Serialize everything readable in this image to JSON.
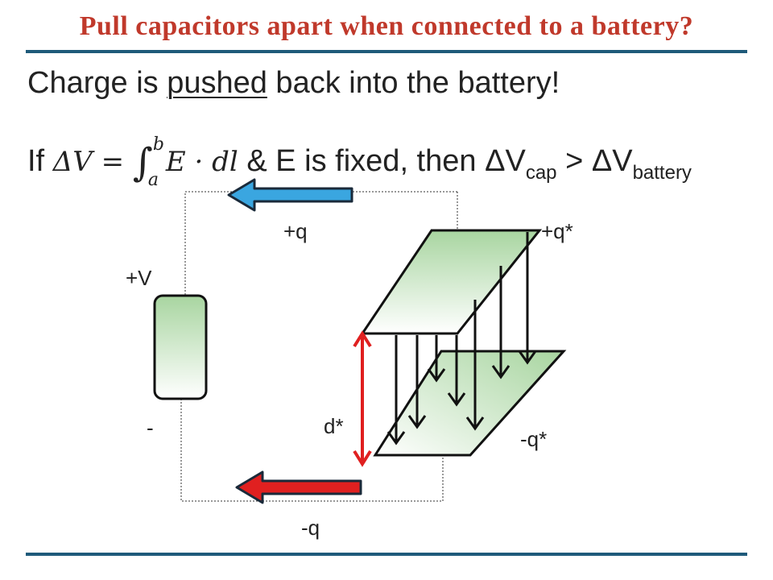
{
  "title": "Pull capacitors apart when connected to a battery?",
  "line1": {
    "before": "Charge is ",
    "underlined": "pushed",
    "after": " back into the battery!"
  },
  "line2": {
    "if": "If ",
    "dv": "ΔV = ",
    "int_upper": "b",
    "int_lower": "a",
    "integrand": "E · dl",
    "rest": " & E is fixed, then ΔV",
    "sub_cap": "cap",
    "gt": " > ΔV",
    "sub_battery": "battery"
  },
  "labels": {
    "top_charge": "+q",
    "top_plate_charge": "+q*",
    "battery_positive": "+V",
    "battery_negative": "-",
    "separation": "d*",
    "bottom_plate_charge": "-q*",
    "bottom_charge": "-q"
  },
  "colors": {
    "title": "#c0392b",
    "rule": "#1f5a7a",
    "arrow_top": "#3aa6e0",
    "arrow_bottom": "#e02020",
    "separation_arrow": "#e02020",
    "plate_fill_dark": "#a8d5a0",
    "plate_fill_light": "#ffffff"
  }
}
